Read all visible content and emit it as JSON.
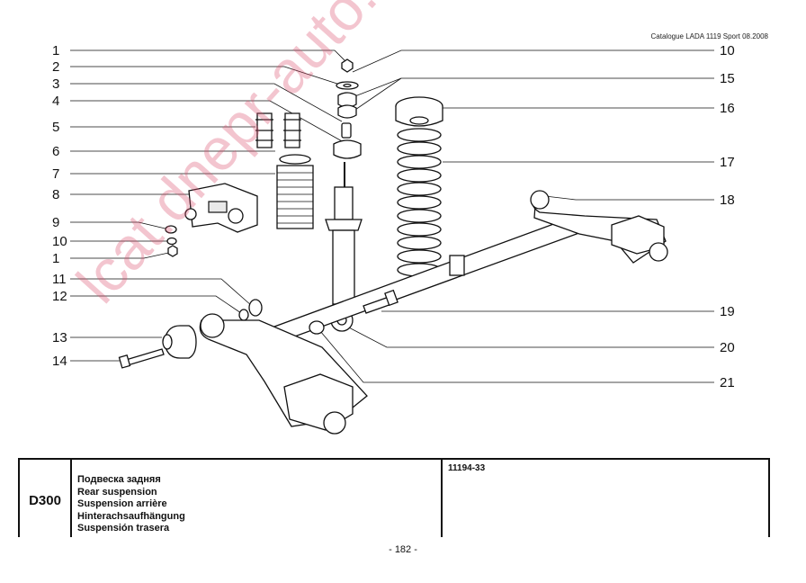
{
  "header": {
    "catalogue": "Catalogue LADA 1119 Sport  08.2008"
  },
  "callouts_left": [
    "1",
    "2",
    "3",
    "4",
    "5",
    "6",
    "7",
    "8",
    "9",
    "10",
    "1",
    "11",
    "12",
    "13",
    "14"
  ],
  "callouts_right": [
    "10",
    "15",
    "16",
    "17",
    "18",
    "19",
    "20",
    "21"
  ],
  "table": {
    "code": "D300",
    "names": [
      "Подвеска задняя",
      "Rear suspension",
      "Suspension arrière",
      "Hinterachsaufhängung",
      "Suspensión trasera"
    ],
    "ref": "11194-33"
  },
  "footer": {
    "page": "- 182 -"
  },
  "watermark": {
    "text": "lcat.dnepr-auto.dp.ua"
  },
  "colors": {
    "watermark": "#dc506e",
    "line": "#111111"
  }
}
